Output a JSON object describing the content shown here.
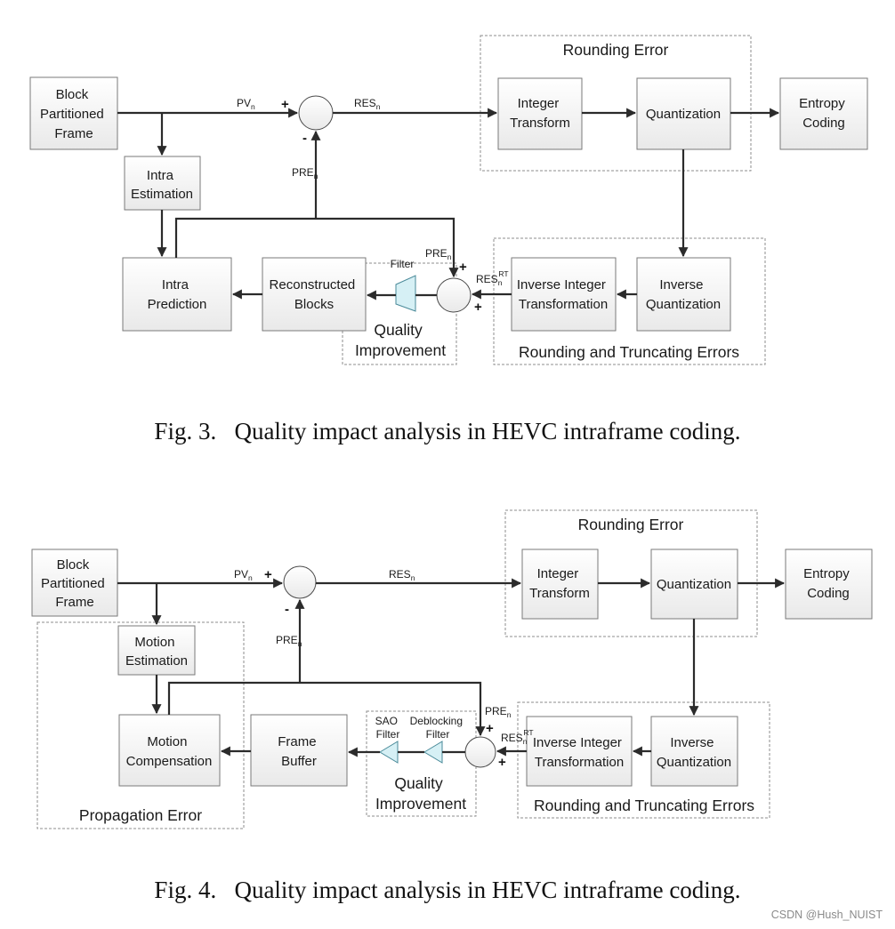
{
  "fig3": {
    "block_partitioned": [
      "Block",
      "Partitioned",
      "Frame"
    ],
    "intra_estimation": [
      "Intra",
      "Estimation"
    ],
    "intra_prediction": [
      "Intra",
      "Prediction"
    ],
    "reconstructed": [
      "Reconstructed",
      "Blocks"
    ],
    "filter": "Filter",
    "quality": [
      "Quality",
      "Improvement"
    ],
    "integer_transform": [
      "Integer",
      "Transform"
    ],
    "quantization": "Quantization",
    "entropy": [
      "Entropy",
      "Coding"
    ],
    "inverse_quant": [
      "Inverse",
      "Quantization"
    ],
    "inverse_integer": [
      "Inverse Integer",
      "Transformation"
    ],
    "rounding_error": "Rounding Error",
    "rounding_trunc": "Rounding and Truncating Errors",
    "pv": "PV",
    "pv_sub": "n",
    "res": "RES",
    "res_sub": "n",
    "pre": "PRE",
    "pre_sub": "n",
    "res_rt": "RES",
    "res_rt_sub": "n",
    "res_rt_sup": "RT",
    "plus": "+",
    "minus": "-",
    "caption": "Fig. 3.   Quality impact analysis in HEVC intraframe coding."
  },
  "fig4": {
    "block_partitioned": [
      "Block",
      "Partitioned",
      "Frame"
    ],
    "motion_estimation": [
      "Motion",
      "Estimation"
    ],
    "motion_compensation": [
      "Motion",
      "Compensation"
    ],
    "frame_buffer": [
      "Frame",
      "Buffer"
    ],
    "sao": [
      "SAO",
      "Filter"
    ],
    "deblocking": [
      "Deblocking",
      "Filter"
    ],
    "quality": [
      "Quality",
      "Improvement"
    ],
    "integer_transform": [
      "Integer",
      "Transform"
    ],
    "quantization": "Quantization",
    "entropy": [
      "Entropy",
      "Coding"
    ],
    "inverse_quant": [
      "Inverse",
      "Quantization"
    ],
    "inverse_integer": [
      "Inverse Integer",
      "Transformation"
    ],
    "rounding_error": "Rounding Error",
    "rounding_trunc": "Rounding and Truncating Errors",
    "propagation": "Propagation Error",
    "pv": "PV",
    "pv_sub": "n",
    "res": "RES",
    "res_sub": "n",
    "pre": "PRE",
    "pre_sub": "n",
    "res_rt": "RES",
    "res_rt_sub": "n",
    "res_rt_sup": "RT",
    "plus": "+",
    "minus": "-",
    "caption": "Fig. 4.   Quality impact analysis in HEVC intraframe coding."
  },
  "watermark": "CSDN @Hush_NUIST"
}
